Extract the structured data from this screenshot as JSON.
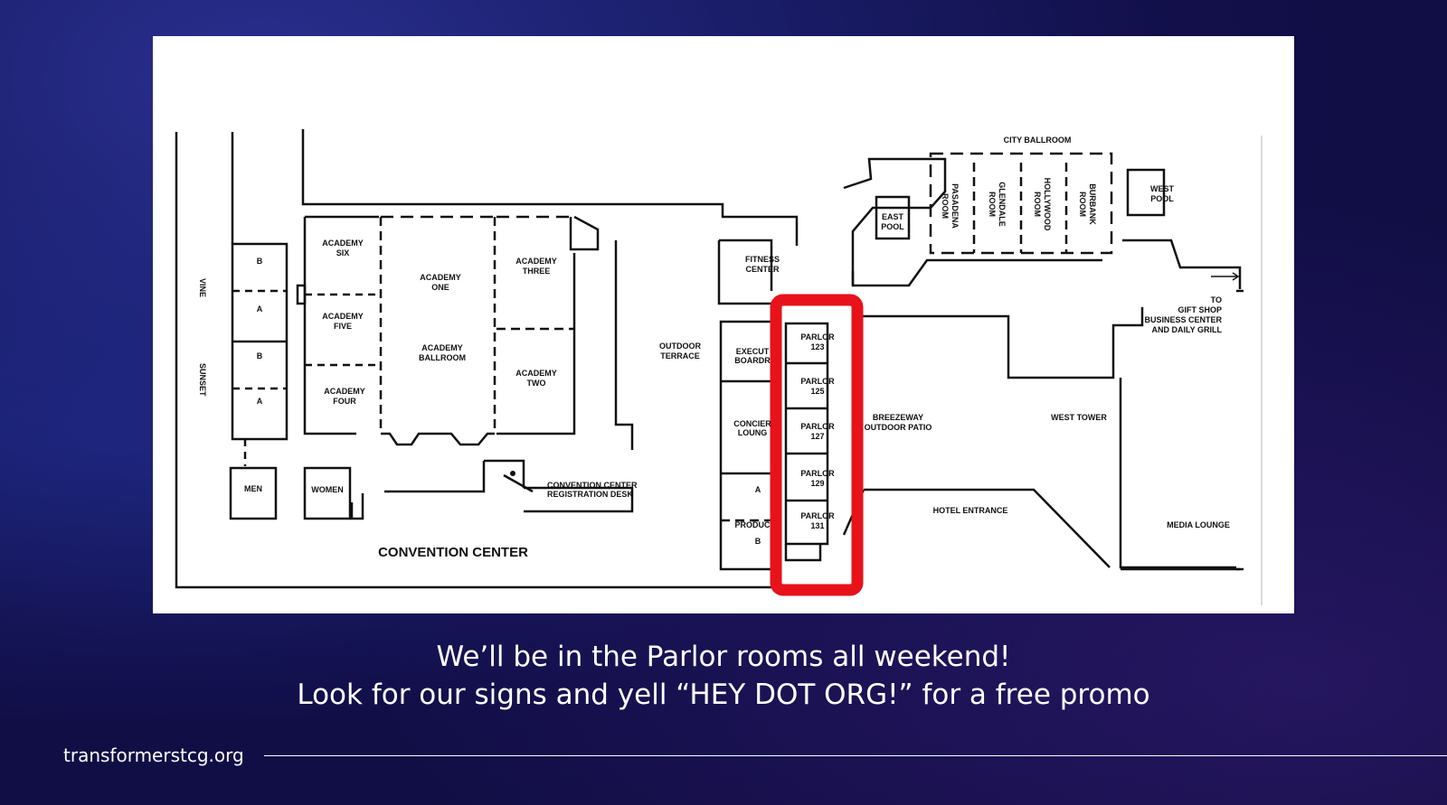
{
  "map": {
    "labels": {
      "vine": "VINE",
      "sunset": "SUNSET",
      "b1": "B",
      "a1": "A",
      "b2": "B",
      "a2": "A",
      "academy_six_1": "ACADEMY",
      "academy_six_2": "SIX",
      "academy_five_1": "ACADEMY",
      "academy_five_2": "FIVE",
      "academy_four_1": "ACADEMY",
      "academy_four_2": "FOUR",
      "academy_one_1": "ACADEMY",
      "academy_one_2": "ONE",
      "academy_ballroom_1": "ACADEMY",
      "academy_ballroom_2": "BALLROOM",
      "academy_three_1": "ACADEMY",
      "academy_three_2": "THREE",
      "academy_two_1": "ACADEMY",
      "academy_two_2": "TWO",
      "men": "MEN",
      "women": "WOMEN",
      "registration_1": "CONVENTION CENTER",
      "registration_2": "REGISTRATION DESK",
      "convention_center": "CONVENTION CENTER",
      "outdoor_terrace_1": "OUTDOOR",
      "outdoor_terrace_2": "TERRACE",
      "fitness_1": "FITNESS",
      "fitness_2": "CENTER",
      "exec_1": "EXECUT",
      "exec_2": "BOARDR",
      "concierge_1": "CONCIER",
      "concierge_2": "LOUNG",
      "prod_a": "A",
      "produc": "PRODUC",
      "prod_b": "B",
      "parlor_123_1": "PARLOR",
      "parlor_123_2": "123",
      "parlor_125_1": "PARLOR",
      "parlor_125_2": "125",
      "parlor_127_1": "PARLOR",
      "parlor_127_2": "127",
      "parlor_129_1": "PARLOR",
      "parlor_129_2": "129",
      "parlor_131_1": "PARLOR",
      "parlor_131_2": "131",
      "breezeway_1": "BREEZEWAY",
      "breezeway_2": "OUTDOOR PATIO",
      "hotel_entrance": "HOTEL ENTRANCE",
      "west_tower": "WEST TOWER",
      "media_lounge": "MEDIA LOUNGE",
      "city_ballroom": "CITY BALLROOM",
      "pasadena_1": "PASADENA",
      "pasadena_2": "ROOM",
      "glendale_1": "GLENDALE",
      "glendale_2": "ROOM",
      "hollywood_1": "HOLLYWOOD",
      "hollywood_2": "ROOM",
      "burbank_1": "BURBANK",
      "burbank_2": "ROOM",
      "east_pool_1": "EAST",
      "east_pool_2": "POOL",
      "west_pool_1": "WEST",
      "west_pool_2": "POOL",
      "to_1": "TO",
      "to_2": "GIFT SHOP",
      "to_3": "BUSINESS CENTER",
      "to_4": "AND DAILY GRILL"
    },
    "highlight_color": "#e8121a"
  },
  "caption": {
    "line1": "We’ll be in the Parlor rooms all weekend!",
    "line2": "Look for our signs and yell “HEY DOT ORG!” for a free promo"
  },
  "footer": {
    "url": "transformerstcg.org"
  }
}
